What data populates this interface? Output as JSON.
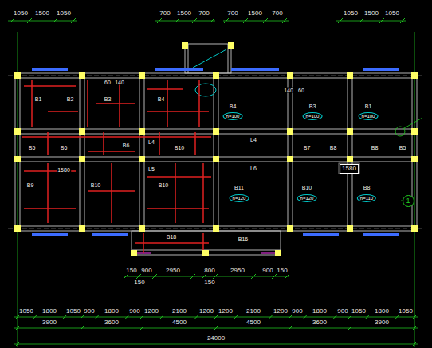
{
  "diagram": {
    "nodes": [
      {
        "text": [
          "1"
        ]
      }
    ],
    "labels": [
      "1050",
      "1500",
      "1050",
      "700",
      "1500",
      "700",
      "700",
      "1500",
      "700",
      "1050",
      "1500",
      "1050",
      "1050",
      "1800",
      "1050",
      "900",
      "1800",
      "900",
      "1200",
      "2100",
      "1200",
      "1200",
      "2100",
      "1200",
      "900",
      "1800",
      "900",
      "1050",
      "1800",
      "1050",
      "3900",
      "3600",
      "4500",
      "4500",
      "3600",
      "3900",
      "24000",
      "150",
      "900",
      "2950",
      "800",
      "2950",
      "900",
      "150",
      "150",
      "150",
      "60",
      "140",
      "140",
      "60",
      "B1",
      "B2",
      "B3",
      "B4",
      "B4",
      "B3",
      "B1",
      "h=100",
      "h=100",
      "h=100",
      "B5",
      "B6",
      "B6",
      "L4",
      "B10",
      "L4",
      "B7",
      "B8",
      "B8",
      "B5",
      "1580",
      "1580",
      "L5",
      "L6",
      "B9",
      "B10",
      "B10",
      "B11",
      "B10",
      "B8",
      "h=120",
      "h=120",
      "h=110",
      "B18",
      "B16"
    ]
  }
}
